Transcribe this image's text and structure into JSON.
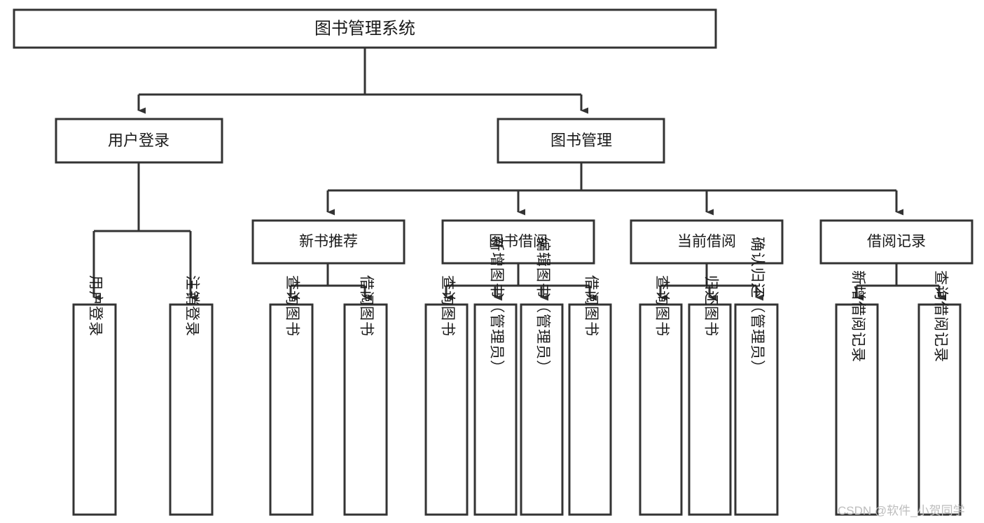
{
  "diagram": {
    "type": "tree-hierarchy",
    "title": "图书管理系统",
    "root": {
      "id": "root",
      "label": "图书管理系统",
      "level": 0
    },
    "level1": [
      {
        "id": "user-login",
        "label": "用户登录"
      },
      {
        "id": "book-management",
        "label": "图书管理"
      }
    ],
    "level2": [
      {
        "id": "new-book-recommend",
        "label": "新书推荐",
        "parent": "book-management"
      },
      {
        "id": "book-borrow",
        "label": "图书借阅",
        "parent": "book-management"
      },
      {
        "id": "current-borrow",
        "label": "当前借阅",
        "parent": "book-management"
      },
      {
        "id": "borrow-record",
        "label": "借阅记录",
        "parent": "book-management"
      }
    ],
    "leaves": [
      {
        "id": "leaf-user-login",
        "label": "用户登录",
        "parent": "user-login"
      },
      {
        "id": "leaf-logout-login",
        "label": "注销登录",
        "parent": "user-login"
      },
      {
        "id": "leaf-query-book-1",
        "label": "查询图书",
        "parent": "new-book-recommend"
      },
      {
        "id": "leaf-borrow-book-1",
        "label": "借阅图书",
        "parent": "new-book-recommend"
      },
      {
        "id": "leaf-query-book-2",
        "label": "查询图书",
        "parent": "book-borrow"
      },
      {
        "id": "leaf-add-book",
        "label": "新增图书（管理员）",
        "parent": "book-borrow"
      },
      {
        "id": "leaf-edit-book",
        "label": "编辑图书（管理员）",
        "parent": "book-borrow"
      },
      {
        "id": "leaf-borrow-book-2",
        "label": "借阅图书",
        "parent": "book-borrow"
      },
      {
        "id": "leaf-query-book-3",
        "label": "查询图书",
        "parent": "current-borrow"
      },
      {
        "id": "leaf-return-book",
        "label": "归还图书",
        "parent": "current-borrow"
      },
      {
        "id": "leaf-confirm-return",
        "label": "确认归还（管理员）",
        "parent": "current-borrow"
      },
      {
        "id": "leaf-add-record",
        "label": "新增借阅记录",
        "parent": "borrow-record"
      },
      {
        "id": "leaf-query-record",
        "label": "查询借阅记录",
        "parent": "borrow-record"
      }
    ],
    "colors": {
      "box_stroke": "#333333",
      "box_fill": "#ffffff",
      "connector": "#333333",
      "text": "#1a1a1a",
      "watermark": "#bdbdbd",
      "background": "#ffffff"
    }
  },
  "watermark": {
    "text": "CSDN @软件_小贺同学"
  }
}
